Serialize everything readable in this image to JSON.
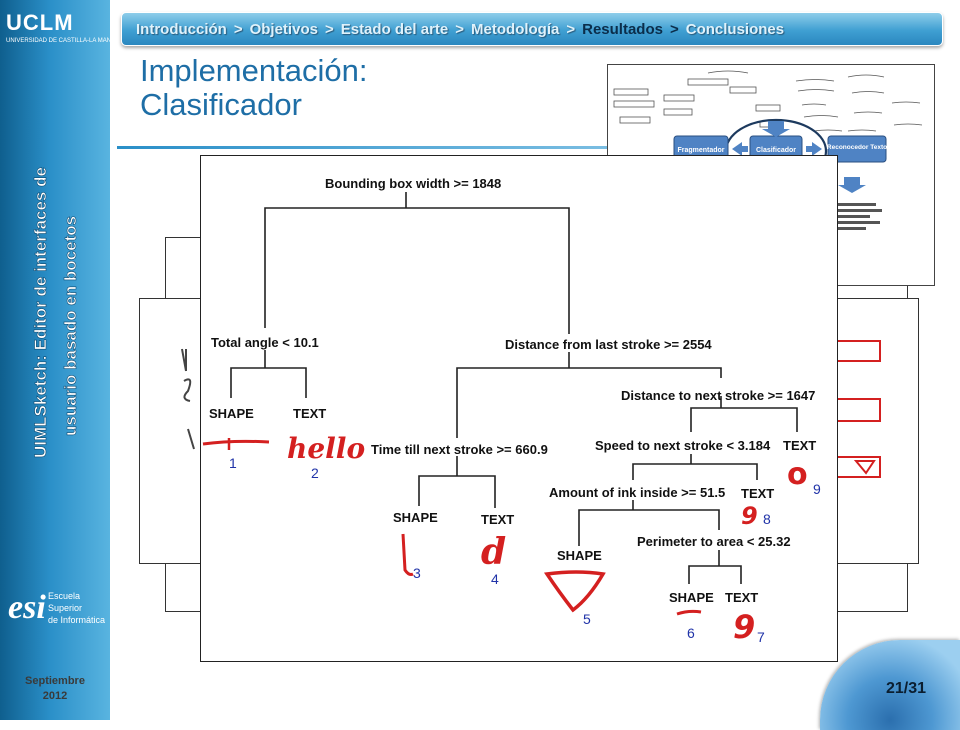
{
  "logo": {
    "name": "UCLM",
    "subtitle": "UNIVERSIDAD DE CASTILLA-LA MANCHA"
  },
  "sidebar_title": "UIMLSketch: Editor de interfaces de usuario basado en bocetos",
  "sidebar_title_lines": [
    "UIMLSketch: Editor de interfaces de",
    "usuario basado en bocetos"
  ],
  "school": {
    "mark": "esi",
    "lines": [
      "Escuela",
      "Superior",
      "de Informática"
    ]
  },
  "date": {
    "month": "Septiembre",
    "year": "2012"
  },
  "breadcrumb": [
    {
      "label": "Introducción",
      "active": false
    },
    {
      "label": "Objetivos",
      "active": false
    },
    {
      "label": "Estado del arte",
      "active": false
    },
    {
      "label": "Metodología",
      "active": false
    },
    {
      "label": "Resultados",
      "active": true
    },
    {
      "label": "Conclusiones",
      "active": false
    }
  ],
  "breadcrumb_separator": ">",
  "title_lines": [
    "Implementación:",
    "Clasificador"
  ],
  "thumbnail": {
    "nodes": [
      "Fragmentador",
      "Clasificador",
      "Reconocedor Texto"
    ]
  },
  "tree": {
    "nodes": {
      "root": "Bounding box width >= 1848",
      "total_angle": "Total angle < 10.1",
      "distance_last": "Distance from last stroke >= 2554",
      "time_till_next": "Time till next stroke >= 660.9",
      "distance_next": "Distance to next stroke >= 1647",
      "speed_next": "Speed to next stroke < 3.184",
      "ink_inside": "Amount of ink inside >= 51.5",
      "perimeter_area": "Perimeter to area < 25.32"
    },
    "leaves": [
      {
        "label": "SHAPE",
        "num": "1",
        "sketch": "line"
      },
      {
        "label": "TEXT",
        "num": "2",
        "sketch": "hello"
      },
      {
        "label": "SHAPE",
        "num": "3",
        "sketch": "bar"
      },
      {
        "label": "TEXT",
        "num": "4",
        "sketch": "d"
      },
      {
        "label": "SHAPE",
        "num": "5",
        "sketch": "triangle"
      },
      {
        "label": "SHAPE",
        "num": "6",
        "sketch": "dash"
      },
      {
        "label": "TEXT",
        "num": "7",
        "sketch": "9"
      },
      {
        "label": "TEXT",
        "num": "8",
        "sketch": "9"
      },
      {
        "label": "TEXT",
        "num": "9",
        "sketch": "o"
      }
    ],
    "handwritten_text": {
      "hello": "hello",
      "d": "d",
      "nine": "9",
      "o": "o"
    }
  },
  "page": {
    "current": "21",
    "total": "31",
    "label": "21/31"
  },
  "colors": {
    "accent": "#1e6ea6",
    "sidebar": "#2a8fc8",
    "ink_red": "#d42020",
    "ink_blue": "#2033a8"
  }
}
